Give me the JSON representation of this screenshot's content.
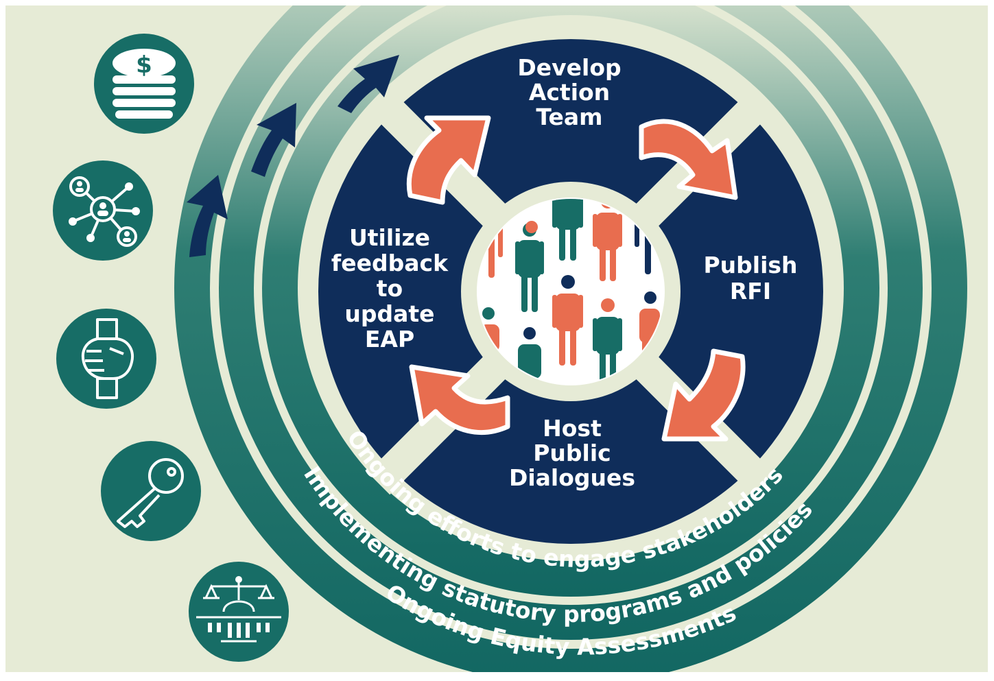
{
  "steps": {
    "top": [
      "Develop",
      "Action",
      "Team"
    ],
    "right": [
      "Publish",
      "RFI"
    ],
    "bottom": [
      "Host",
      "Public",
      "Dialogues"
    ],
    "left": [
      "Utilize",
      "feedback",
      "to",
      "update",
      "EAP"
    ]
  },
  "rings": {
    "inner": "Ongoing efforts to engage stakeholders",
    "middle": "Implementing statutory programs and policies",
    "outer": "Ongoing Equity Assessments"
  },
  "icons": [
    "dollar-coins-icon",
    "network-people-icon",
    "handshake-icon",
    "key-icon",
    "capitol-justice-icon"
  ],
  "colors": {
    "background": "#e6ebd6",
    "navy": "#0f2d5a",
    "teal": "#176d66",
    "orange": "#e86d4f",
    "ring_light": "#e6ebd6"
  }
}
